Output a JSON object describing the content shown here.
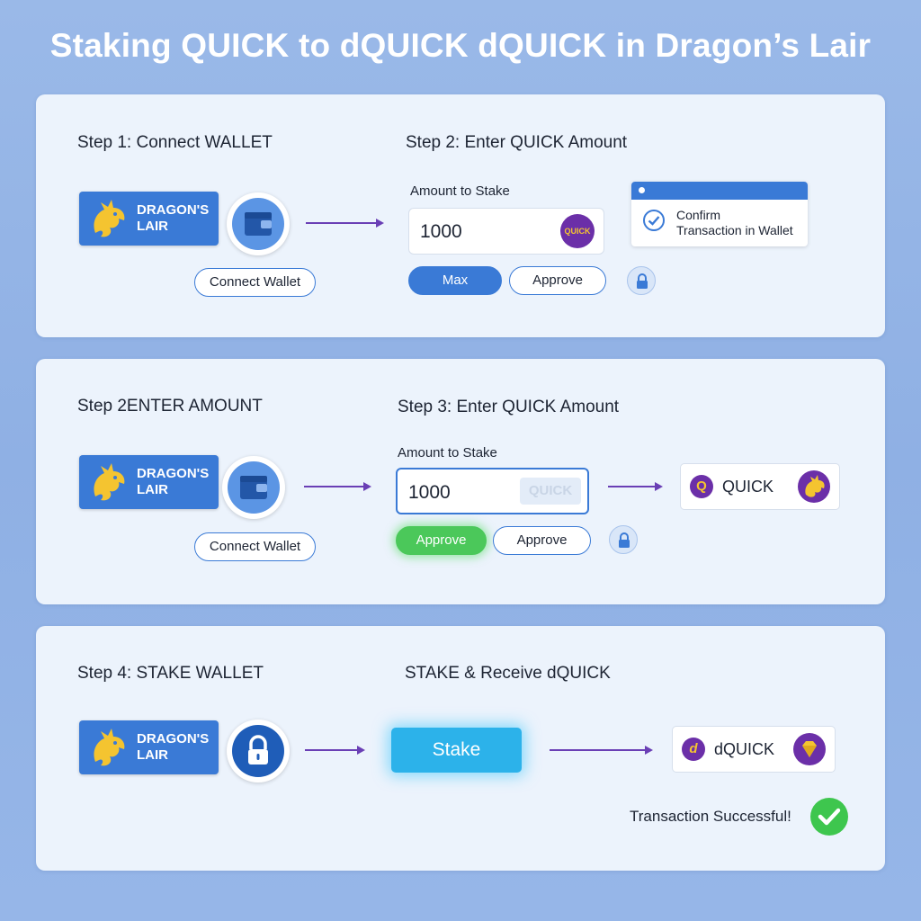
{
  "title": "Staking QUICK to dQUICK  dQUICK in Dragon’s Lair",
  "colors": {
    "accent": "#3a7ad6",
    "quick_purple": "#6b2fa8",
    "gold": "#f4c430",
    "approve_green": "#4bc85a",
    "stake_cyan": "#2cb2ea",
    "success_green": "#3ec64e",
    "arrow_purple": "#6a3fb5"
  },
  "panel1": {
    "left_heading": "Step 1: Connect WALLET",
    "right_heading": "Step 2: Enter QUICK Amount",
    "brand_text": "DRAGON'S\nLAIR",
    "brand_icon": "dragon-logo-icon",
    "wallet_icon": "wallet-icon",
    "connect_button": "Connect Wallet",
    "amount_label": "Amount to Stake",
    "amount_value": "1000",
    "token_badge": "QUICK",
    "max_button": "Max",
    "approve_button": "Approve",
    "lock_icon": "lock-icon",
    "confirm_text": "Confirm\nTransaction in Wallet",
    "check_icon": "check-circle-icon"
  },
  "panel2": {
    "left_heading": "Step 2ENTER AMOUNT",
    "right_heading": "Step 3: Enter QUICK Amount",
    "brand_text": "DRAGON'S\nLAIR",
    "connect_button": "Connect Wallet",
    "amount_label": "Amount to Stake",
    "amount_value": "1000",
    "token_tag": "QUICK",
    "approve_green_button": "Approve",
    "approve_button": "Approve",
    "token_symbol": "Q",
    "token_name": "QUICK"
  },
  "panel3": {
    "left_heading": "Step 4: STAKE WALLET",
    "right_heading": "STAKE & Receive dQUICK",
    "brand_text": "DRAGON'S\nLAIR",
    "stake_button": "Stake",
    "token_symbol": "d",
    "token_name": "dQUICK",
    "success_text": "Transaction Successful!",
    "success_icon": "success-check-icon"
  }
}
